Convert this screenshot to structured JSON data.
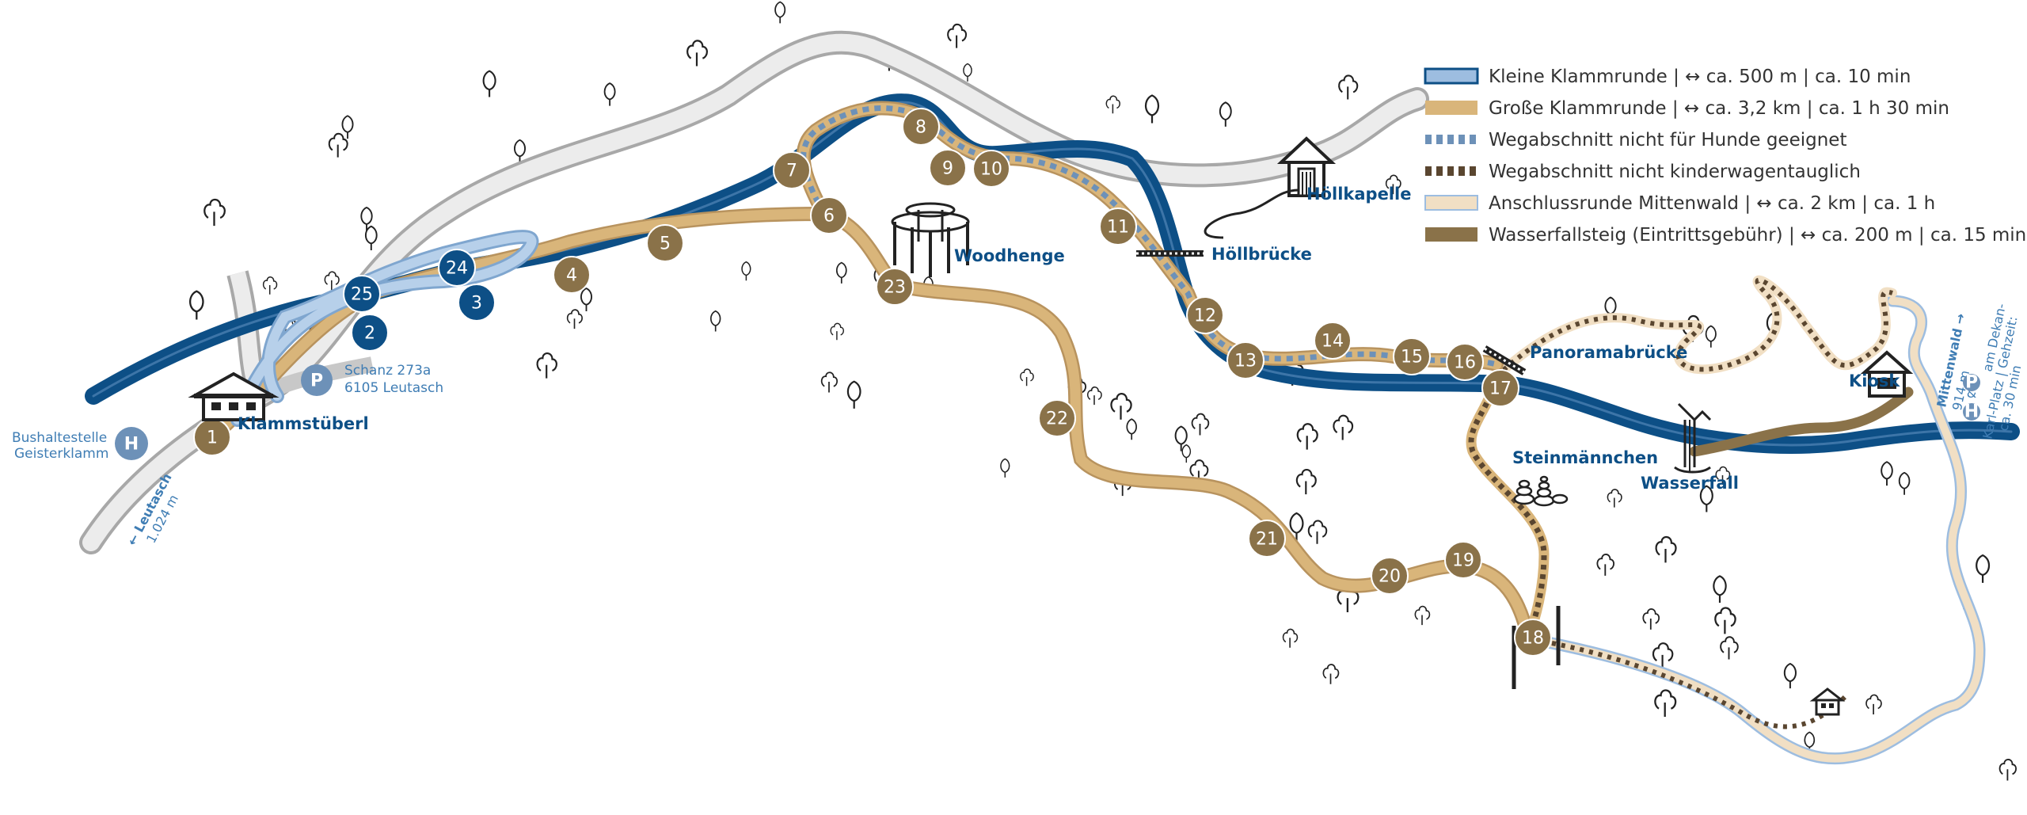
{
  "colors": {
    "river": "#0d4f86",
    "road": "#cfcfcf",
    "small_loop": "#9dbde0",
    "small_loop_stop": "#0d4f86",
    "big_loop": "#d9b57a",
    "big_loop_stop": "#8a7249",
    "mittenwald": "#f1dfc4",
    "waterfall_path": "#8a7249",
    "text_blue": "#0d4f86",
    "text_light_blue": "#3f7db4"
  },
  "legend": [
    {
      "key": "small",
      "label": "Kleine Klammrunde | ↔ ca. 500 m | ca. 10 min"
    },
    {
      "key": "big",
      "label": "Große Klammrunde | ↔ ca. 3,2 km | ca. 1 h 30 min"
    },
    {
      "key": "dogs",
      "label": "Wegabschnitt nicht für Hunde geeignet"
    },
    {
      "key": "stroller",
      "label": "Wegabschnitt nicht kinderwagentauglich"
    },
    {
      "key": "mittenwald",
      "label": "Anschlussrunde Mittenwald | ↔ ca. 2 km | ca. 1 h"
    },
    {
      "key": "waterfall",
      "label": "Wasserfallsteig (Eintrittsgebühr) | ↔ ca. 200 m | ca. 15 min"
    }
  ],
  "places": {
    "klammstuberl": "Klammstüberl",
    "woodhenge": "Woodhenge",
    "hollbrucke": "Höllbrücke",
    "hollkapelle": "Höllkapelle",
    "panoramabrucke": "Panoramabrücke",
    "kiosk": "Kiosk",
    "steinmannchen": "Steinmännchen",
    "wasserfall": "Wasserfall"
  },
  "parking": {
    "symbol": "P",
    "address_line1": "Schanz 273a",
    "address_line2": "6105 Leutasch"
  },
  "bus": {
    "symbol": "H",
    "line1": "Bushaltestelle",
    "line2": "Geisterklamm"
  },
  "leutasch": {
    "name": "← Leutasch",
    "altitude": "1.024 m"
  },
  "mittenwald": {
    "name": "Mittenwald →",
    "altitude": "914 m",
    "amp": "&",
    "info_line1": "am Dekan-",
    "info_line2": "Karl-Platz | Gehzeit:",
    "info_line3": "ca. 30 min"
  },
  "small_stops": [
    "2",
    "3",
    "24",
    "25"
  ],
  "big_stops": [
    "1",
    "4",
    "5",
    "6",
    "7",
    "8",
    "9",
    "10",
    "11",
    "12",
    "13",
    "14",
    "15",
    "16",
    "17",
    "18",
    "19",
    "20",
    "21",
    "22",
    "23"
  ]
}
